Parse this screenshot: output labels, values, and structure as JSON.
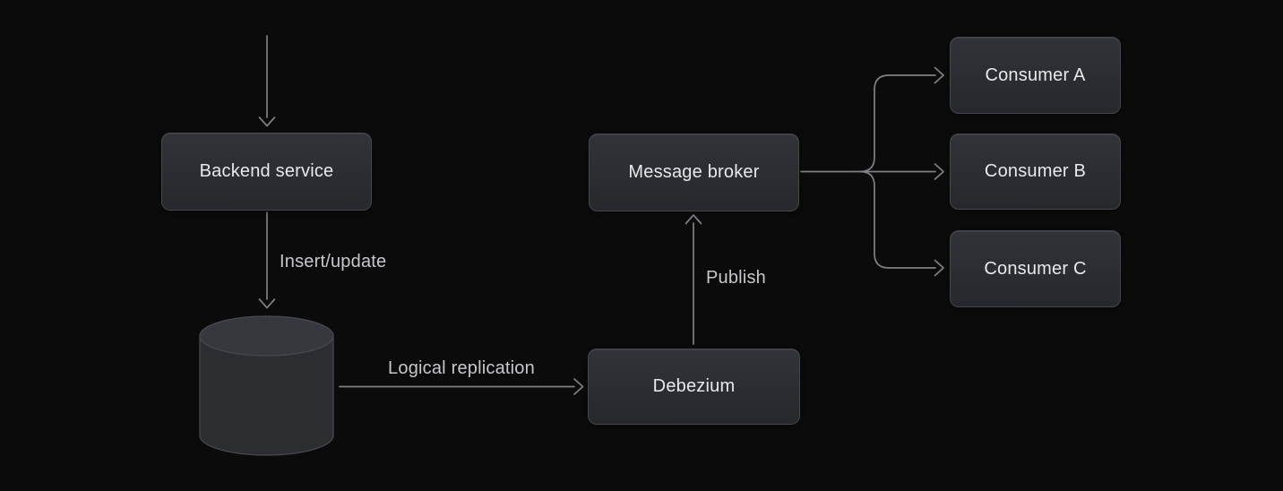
{
  "diagram": {
    "nodes": {
      "backend_service": {
        "label": "Backend service"
      },
      "database": {
        "icon": "database-cylinder"
      },
      "debezium": {
        "label": "Debezium"
      },
      "message_broker": {
        "label": "Message broker"
      },
      "consumer_a": {
        "label": "Consumer A"
      },
      "consumer_b": {
        "label": "Consumer B"
      },
      "consumer_c": {
        "label": "Consumer C"
      }
    },
    "edge_labels": {
      "insert_update": "Insert/update",
      "logical_replication": "Logical replication",
      "publish": "Publish"
    },
    "colors": {
      "background": "#0b0b0c",
      "node_fill_top": "#313338",
      "node_fill_bottom": "#26282c",
      "node_border": "#45474c",
      "node_text": "#e7e9eb",
      "edge_line": "#7e8184",
      "edge_label_text": "#c6c8cb",
      "cylinder_body": "#2b2d31",
      "cylinder_top": "#36383d",
      "cylinder_border": "#47494e"
    }
  }
}
